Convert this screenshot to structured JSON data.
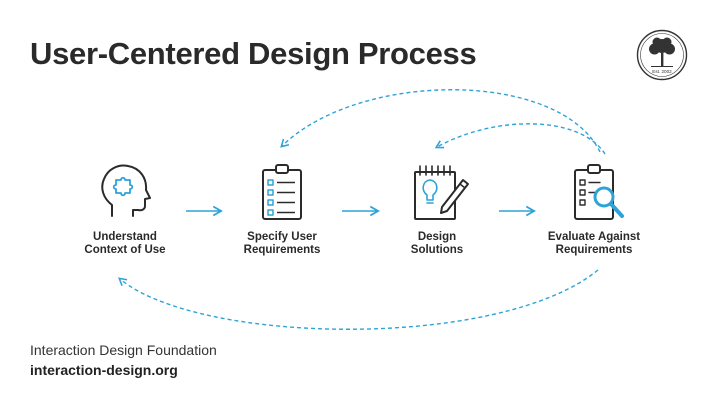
{
  "title": "User-Centered Design Process",
  "steps": [
    {
      "label_line1": "Understand",
      "label_line2": "Context of Use",
      "icon": "head-puzzle-icon"
    },
    {
      "label_line1": "Specify User",
      "label_line2": "Requirements",
      "icon": "clipboard-checklist-icon"
    },
    {
      "label_line1": "Design",
      "label_line2": "Solutions",
      "icon": "notepad-lightbulb-pencil-icon"
    },
    {
      "label_line1": "Evaluate Against",
      "label_line2": "Requirements",
      "icon": "clipboard-magnifier-icon"
    }
  ],
  "footer": {
    "organization": "Interaction Design Foundation",
    "url": "interaction-design.org"
  },
  "logo": {
    "caption": "Est. 2002",
    "icon": "tree-seal-icon"
  },
  "colors": {
    "accent": "#2ea3d8",
    "text": "#2a2a2a",
    "icon_stroke": "#2b2b2b"
  }
}
